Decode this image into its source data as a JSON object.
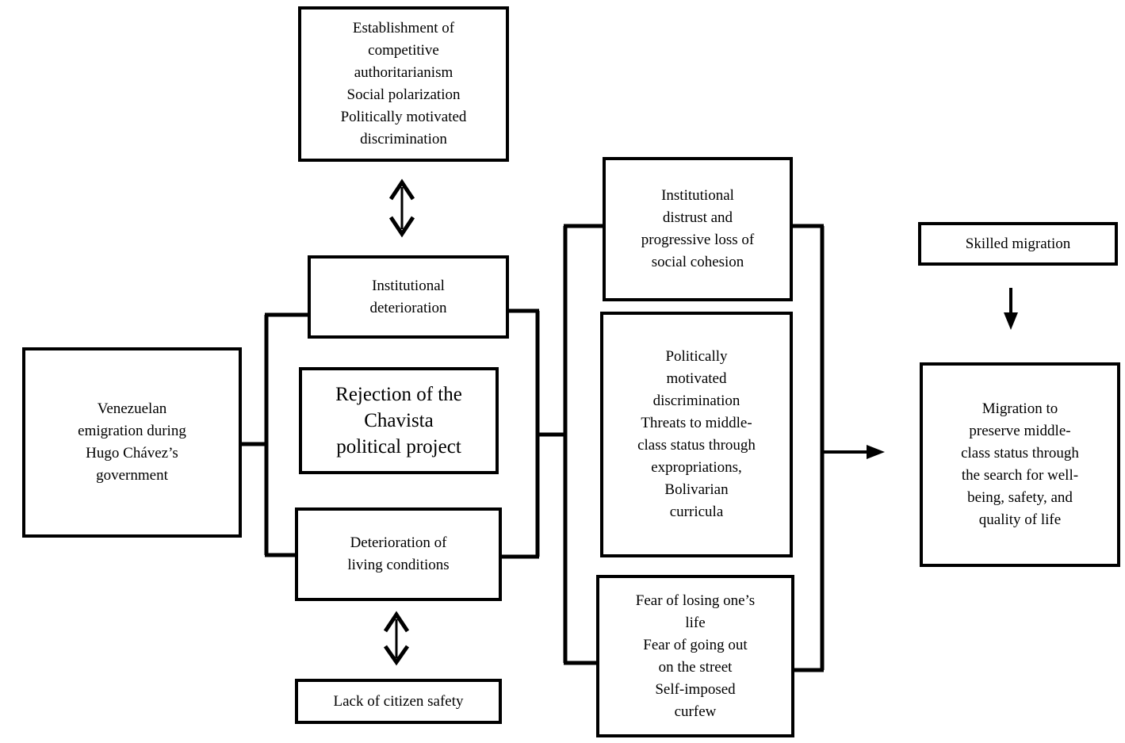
{
  "page": {
    "background_color": "#ffffff",
    "line_color": "#000000",
    "text_color": "#000000"
  },
  "boxes": {
    "left_cause": {
      "text": "Venezuelan\nemigration during\nHugo Chávez’s\ngovernment"
    },
    "top_factors": {
      "text": "Establishment of\ncompetitive\nauthoritarianism\nSocial polarization\nPolitically motivated\ndiscrimination"
    },
    "institutional_deterioration": {
      "text": "Institutional\ndeterioration"
    },
    "rejection": {
      "text": "Rejection of the\nChavista\npolitical project"
    },
    "living_conditions": {
      "text": "Deterioration of\nliving conditions"
    },
    "citizen_safety": {
      "text": "Lack of citizen safety"
    },
    "institutional_distrust": {
      "text": "Institutional\ndistrust and\nprogressive loss of\nsocial cohesion"
    },
    "political_discrimination": {
      "text": "Politically\nmotivated\ndiscrimination\nThreats to middle-\nclass status through\nexpropriations,\nBolivarian\ncurricula"
    },
    "fear": {
      "text": "Fear of losing one’s\nlife\nFear of going out\non the street\nSelf-imposed\ncurfew"
    },
    "skilled_migration": {
      "text": "Skilled migration"
    },
    "migration_outcome": {
      "text": "Migration to\npreserve middle-\nclass status through\nthe search for well-\nbeing, safety, and\nquality of life"
    }
  }
}
